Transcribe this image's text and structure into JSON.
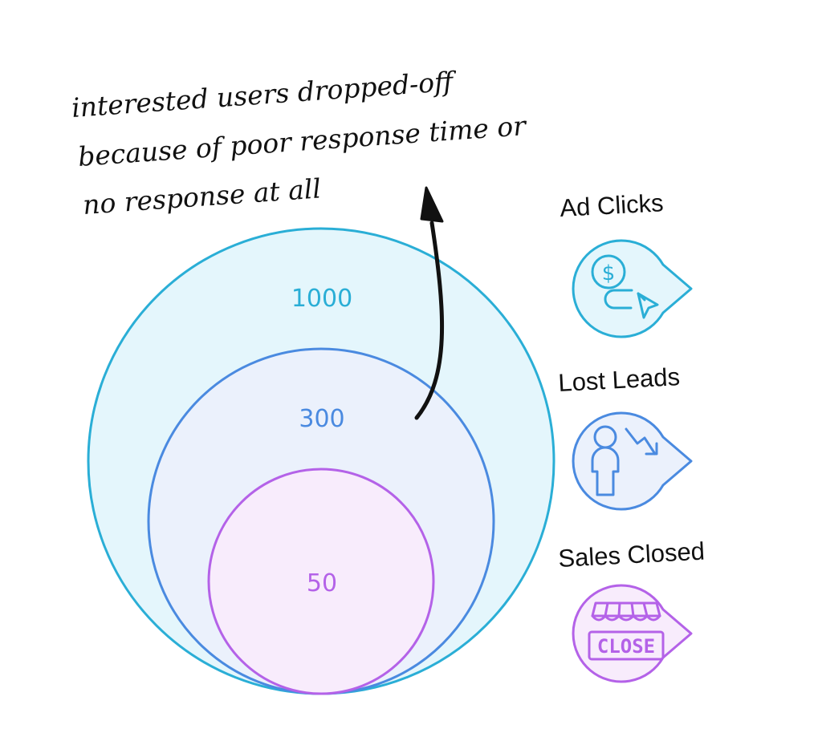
{
  "annotation": {
    "line1": "interested users dropped-off",
    "line2": "because of poor response time or",
    "line3": "no response at all"
  },
  "circles": [
    {
      "value": "1000",
      "color": "#2aaed6",
      "fill": "#e4f6fc"
    },
    {
      "value": "300",
      "color": "#4a8ae0",
      "fill": "#ebf1fc"
    },
    {
      "value": "50",
      "color": "#b462e8",
      "fill": "#f8ecfc"
    }
  ],
  "legend": [
    {
      "label": "Ad Clicks",
      "icon": "dollar-click-icon",
      "color": "#2aaed6"
    },
    {
      "label": "Lost Leads",
      "icon": "person-trend-down-icon",
      "color": "#4a8ae0"
    },
    {
      "label": "Sales Closed",
      "icon": "store-close-icon",
      "color": "#b462e8",
      "icon_text": "CLOSE"
    }
  ]
}
